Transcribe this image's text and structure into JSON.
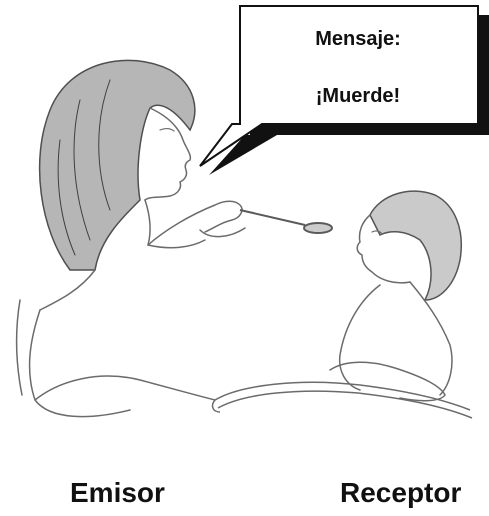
{
  "bubble": {
    "title": "Mensaje:",
    "message": "¡Muerde!"
  },
  "labels": {
    "sender": "Emisor",
    "receiver": "Receptor"
  },
  "colors": {
    "ink": "#111111",
    "sketch": "#6b6b6b",
    "hair": "#5a5a5a",
    "background": "#ffffff"
  }
}
